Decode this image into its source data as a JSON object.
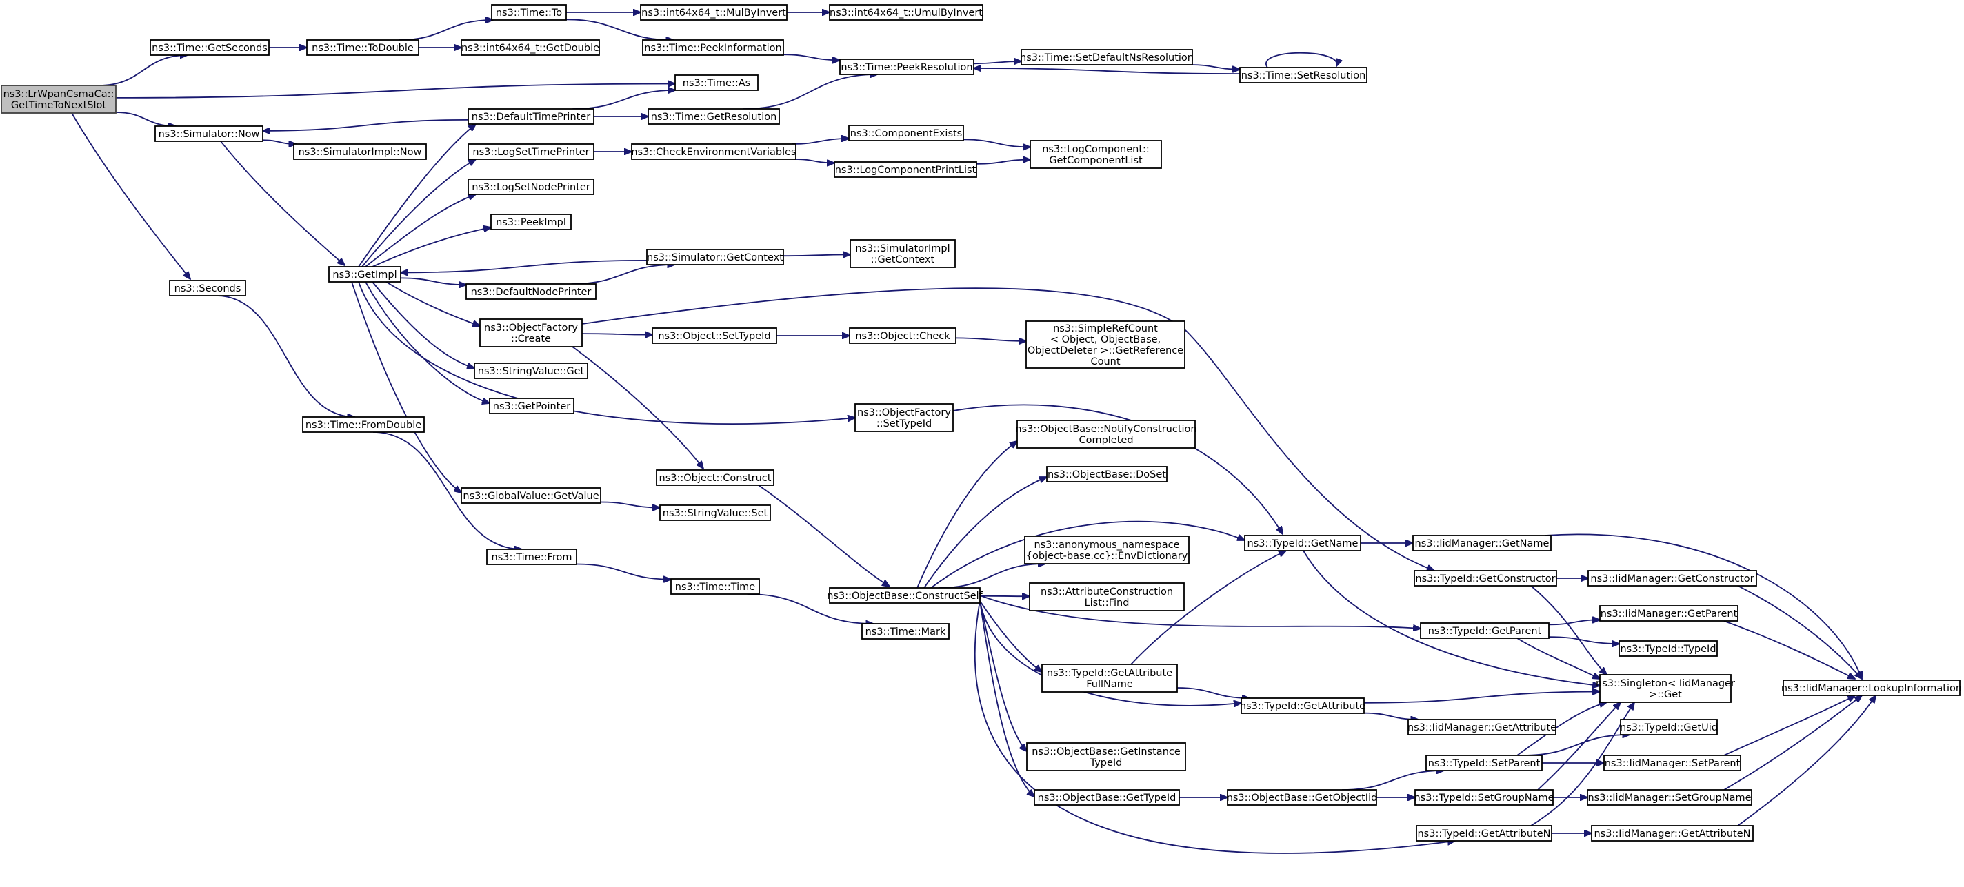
{
  "graph": {
    "root": "n0",
    "nodes": [
      {
        "id": "n0",
        "lines": [
          "ns3::LrWpanCsmaCa::",
          "GetTimeToNextSlot"
        ]
      },
      {
        "id": "n1",
        "lines": [
          "ns3::Time::GetSeconds"
        ]
      },
      {
        "id": "n2",
        "lines": [
          "ns3::Time::ToDouble"
        ]
      },
      {
        "id": "n3",
        "lines": [
          "ns3::Time::To"
        ]
      },
      {
        "id": "n4",
        "lines": [
          "ns3::int64x64_t::MulByInvert"
        ]
      },
      {
        "id": "n5",
        "lines": [
          "ns3::int64x64_t::UmulByInvert"
        ]
      },
      {
        "id": "n6",
        "lines": [
          "ns3::int64x64_t::GetDouble"
        ]
      },
      {
        "id": "n7",
        "lines": [
          "ns3::Time::PeekInformation"
        ]
      },
      {
        "id": "n8",
        "lines": [
          "ns3::Time::PeekResolution"
        ]
      },
      {
        "id": "n9",
        "lines": [
          "ns3::Time::SetDefaultNsResolution"
        ]
      },
      {
        "id": "n10",
        "lines": [
          "ns3::Time::SetResolution"
        ]
      },
      {
        "id": "n11",
        "lines": [
          "ns3::Time::As"
        ]
      },
      {
        "id": "n12",
        "lines": [
          "ns3::DefaultTimePrinter"
        ]
      },
      {
        "id": "n13",
        "lines": [
          "ns3::Time::GetResolution"
        ]
      },
      {
        "id": "n14",
        "lines": [
          "ns3::Simulator::Now"
        ]
      },
      {
        "id": "n15",
        "lines": [
          "ns3::SimulatorImpl::Now"
        ]
      },
      {
        "id": "n16",
        "lines": [
          "ns3::LogSetTimePrinter"
        ]
      },
      {
        "id": "n17",
        "lines": [
          "ns3::CheckEnvironmentVariables"
        ]
      },
      {
        "id": "n18",
        "lines": [
          "ns3::ComponentExists"
        ]
      },
      {
        "id": "n19",
        "lines": [
          "ns3::LogComponentPrintList"
        ]
      },
      {
        "id": "n20",
        "lines": [
          "ns3::LogComponent::",
          "GetComponentList"
        ]
      },
      {
        "id": "n21",
        "lines": [
          "ns3::LogSetNodePrinter"
        ]
      },
      {
        "id": "n22",
        "lines": [
          "ns3::PeekImpl"
        ]
      },
      {
        "id": "n23",
        "lines": [
          "ns3::GetImpl"
        ]
      },
      {
        "id": "n24",
        "lines": [
          "ns3::Simulator::GetContext"
        ]
      },
      {
        "id": "n25",
        "lines": [
          "ns3::SimulatorImpl",
          "::GetContext"
        ]
      },
      {
        "id": "n26",
        "lines": [
          "ns3::DefaultNodePrinter"
        ]
      },
      {
        "id": "n27",
        "lines": [
          "ns3::Seconds"
        ]
      },
      {
        "id": "n28",
        "lines": [
          "ns3::ObjectFactory",
          "::Create"
        ]
      },
      {
        "id": "n29",
        "lines": [
          "ns3::Object::SetTypeId"
        ]
      },
      {
        "id": "n30",
        "lines": [
          "ns3::Object::Check"
        ]
      },
      {
        "id": "n31",
        "lines": [
          "ns3::SimpleRefCount",
          "< Object, ObjectBase,",
          "ObjectDeleter >::GetReference",
          "Count"
        ]
      },
      {
        "id": "n32",
        "lines": [
          "ns3::StringValue::Get"
        ]
      },
      {
        "id": "n33",
        "lines": [
          "ns3::GetPointer"
        ]
      },
      {
        "id": "n34",
        "lines": [
          "ns3::ObjectFactory",
          "::SetTypeId"
        ]
      },
      {
        "id": "n35",
        "lines": [
          "ns3::Time::FromDouble"
        ]
      },
      {
        "id": "n36",
        "lines": [
          "ns3::ObjectBase::NotifyConstruction",
          "Completed"
        ]
      },
      {
        "id": "n37",
        "lines": [
          "ns3::ObjectBase::DoSet"
        ]
      },
      {
        "id": "n38",
        "lines": [
          "ns3::Object::Construct"
        ]
      },
      {
        "id": "n39",
        "lines": [
          "ns3::GlobalValue::GetValue"
        ]
      },
      {
        "id": "n40",
        "lines": [
          "ns3::StringValue::Set"
        ]
      },
      {
        "id": "n41",
        "lines": [
          "ns3::anonymous_namespace",
          "{object-base.cc}::EnvDictionary"
        ]
      },
      {
        "id": "n42",
        "lines": [
          "ns3::TypeId::GetName"
        ]
      },
      {
        "id": "n43",
        "lines": [
          "ns3::IidManager::GetName"
        ]
      },
      {
        "id": "n44",
        "lines": [
          "ns3::Time::From"
        ]
      },
      {
        "id": "n45",
        "lines": [
          "ns3::Time::Time"
        ]
      },
      {
        "id": "n46",
        "lines": [
          "ns3::TypeId::GetConstructor"
        ]
      },
      {
        "id": "n47",
        "lines": [
          "ns3::IidManager::GetConstructor"
        ]
      },
      {
        "id": "n48",
        "lines": [
          "ns3::ObjectBase::ConstructSelf"
        ]
      },
      {
        "id": "n49",
        "lines": [
          "ns3::AttributeConstruction",
          "List::Find"
        ]
      },
      {
        "id": "n50",
        "lines": [
          "ns3::IidManager::GetParent"
        ]
      },
      {
        "id": "n51",
        "lines": [
          "ns3::Time::Mark"
        ]
      },
      {
        "id": "n52",
        "lines": [
          "ns3::TypeId::GetParent"
        ]
      },
      {
        "id": "n53",
        "lines": [
          "ns3::TypeId::TypeId"
        ]
      },
      {
        "id": "n54",
        "lines": [
          "ns3::TypeId::GetAttribute",
          "FullName"
        ]
      },
      {
        "id": "n55",
        "lines": [
          "ns3::Singleton< IidManager",
          ">::Get"
        ]
      },
      {
        "id": "n56",
        "lines": [
          "ns3::IidManager::LookupInformation"
        ]
      },
      {
        "id": "n57",
        "lines": [
          "ns3::TypeId::GetAttribute"
        ]
      },
      {
        "id": "n58",
        "lines": [
          "ns3::IidManager::GetAttribute"
        ]
      },
      {
        "id": "n59",
        "lines": [
          "ns3::TypeId::GetUid"
        ]
      },
      {
        "id": "n60",
        "lines": [
          "ns3::ObjectBase::GetInstance",
          "TypeId"
        ]
      },
      {
        "id": "n61",
        "lines": [
          "ns3::TypeId::SetParent"
        ]
      },
      {
        "id": "n62",
        "lines": [
          "ns3::IidManager::SetParent"
        ]
      },
      {
        "id": "n63",
        "lines": [
          "ns3::ObjectBase::GetTypeId"
        ]
      },
      {
        "id": "n64",
        "lines": [
          "ns3::ObjectBase::GetObjectIid"
        ]
      },
      {
        "id": "n65",
        "lines": [
          "ns3::TypeId::SetGroupName"
        ]
      },
      {
        "id": "n66",
        "lines": [
          "ns3::IidManager::SetGroupName"
        ]
      },
      {
        "id": "n67",
        "lines": [
          "ns3::TypeId::GetAttributeN"
        ]
      },
      {
        "id": "n68",
        "lines": [
          "ns3::IidManager::GetAttributeN"
        ]
      }
    ],
    "edges": [
      [
        "n0",
        "n1"
      ],
      [
        "n0",
        "n11"
      ],
      [
        "n0",
        "n14"
      ],
      [
        "n0",
        "n27"
      ],
      [
        "n1",
        "n2"
      ],
      [
        "n2",
        "n3"
      ],
      [
        "n2",
        "n6"
      ],
      [
        "n3",
        "n4"
      ],
      [
        "n3",
        "n7"
      ],
      [
        "n4",
        "n5"
      ],
      [
        "n7",
        "n8"
      ],
      [
        "n8",
        "n9"
      ],
      [
        "n9",
        "n10"
      ],
      [
        "n10",
        "n8"
      ],
      [
        "n10",
        "n10"
      ],
      [
        "n12",
        "n11"
      ],
      [
        "n12",
        "n13"
      ],
      [
        "n12",
        "n14"
      ],
      [
        "n13",
        "n8"
      ],
      [
        "n14",
        "n15"
      ],
      [
        "n14",
        "n23"
      ],
      [
        "n16",
        "n17"
      ],
      [
        "n17",
        "n18"
      ],
      [
        "n17",
        "n19"
      ],
      [
        "n18",
        "n20"
      ],
      [
        "n19",
        "n20"
      ],
      [
        "n23",
        "n12"
      ],
      [
        "n23",
        "n16"
      ],
      [
        "n23",
        "n21"
      ],
      [
        "n23",
        "n22"
      ],
      [
        "n23",
        "n26"
      ],
      [
        "n23",
        "n28"
      ],
      [
        "n23",
        "n32"
      ],
      [
        "n23",
        "n33"
      ],
      [
        "n23",
        "n34"
      ],
      [
        "n23",
        "n39"
      ],
      [
        "n24",
        "n23"
      ],
      [
        "n24",
        "n25"
      ],
      [
        "n26",
        "n24"
      ],
      [
        "n27",
        "n35"
      ],
      [
        "n35",
        "n44"
      ],
      [
        "n44",
        "n45"
      ],
      [
        "n45",
        "n51"
      ],
      [
        "n28",
        "n29"
      ],
      [
        "n28",
        "n38"
      ],
      [
        "n28",
        "n46"
      ],
      [
        "n29",
        "n30"
      ],
      [
        "n30",
        "n31"
      ],
      [
        "n34",
        "n42"
      ],
      [
        "n38",
        "n48"
      ],
      [
        "n39",
        "n40"
      ],
      [
        "n48",
        "n36"
      ],
      [
        "n48",
        "n37"
      ],
      [
        "n48",
        "n41"
      ],
      [
        "n48",
        "n42"
      ],
      [
        "n48",
        "n49"
      ],
      [
        "n48",
        "n52"
      ],
      [
        "n48",
        "n54"
      ],
      [
        "n48",
        "n57"
      ],
      [
        "n48",
        "n60"
      ],
      [
        "n48",
        "n63"
      ],
      [
        "n48",
        "n67"
      ],
      [
        "n42",
        "n43"
      ],
      [
        "n42",
        "n55"
      ],
      [
        "n43",
        "n56"
      ],
      [
        "n46",
        "n47"
      ],
      [
        "n46",
        "n55"
      ],
      [
        "n47",
        "n56"
      ],
      [
        "n52",
        "n50"
      ],
      [
        "n52",
        "n53"
      ],
      [
        "n52",
        "n55"
      ],
      [
        "n50",
        "n56"
      ],
      [
        "n54",
        "n42"
      ],
      [
        "n54",
        "n57"
      ],
      [
        "n57",
        "n55"
      ],
      [
        "n57",
        "n58"
      ],
      [
        "n61",
        "n55"
      ],
      [
        "n61",
        "n59"
      ],
      [
        "n61",
        "n62"
      ],
      [
        "n62",
        "n56"
      ],
      [
        "n63",
        "n64"
      ],
      [
        "n64",
        "n61"
      ],
      [
        "n64",
        "n65"
      ],
      [
        "n65",
        "n55"
      ],
      [
        "n65",
        "n66"
      ],
      [
        "n66",
        "n56"
      ],
      [
        "n67",
        "n55"
      ],
      [
        "n67",
        "n68"
      ],
      [
        "n68",
        "n56"
      ]
    ]
  }
}
